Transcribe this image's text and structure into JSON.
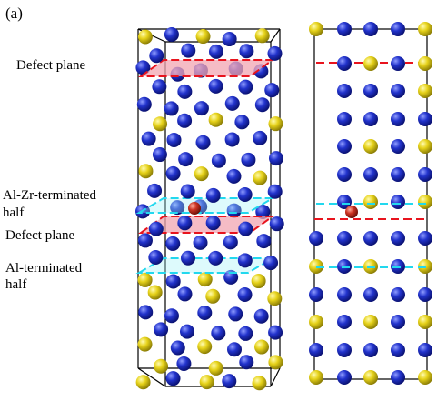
{
  "panel_tag": "(a)",
  "labels": {
    "defect_plane_top": "Defect plane",
    "al_zr_terminated_line1": "Al-Zr-terminated",
    "al_zr_terminated_line2": "half",
    "defect_plane_bottom": "Defect plane",
    "al_terminated_line1": "Al-terminated",
    "al_terminated_line2": "half"
  },
  "colors": {
    "al_atom": "#1c2bc4",
    "zr_atom": "#e4d317",
    "defect_atom": "#c0392b",
    "defect_plane_fill": "#f2a6b2",
    "defect_line": "#e8141e",
    "termination_line": "#22d8ee",
    "cell_edge": "#000000"
  }
}
